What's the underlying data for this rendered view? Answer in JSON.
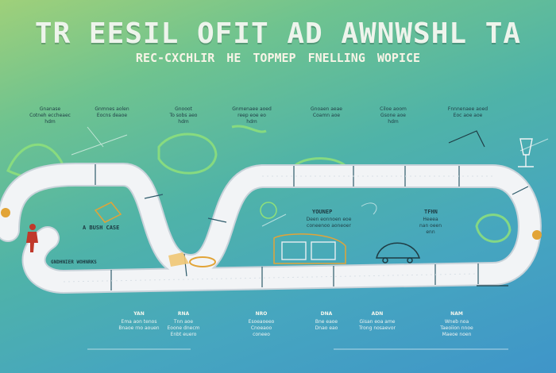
{
  "header": {
    "title": "TR EESIL OFIT AD AWNWSHL TA",
    "subtitle": "REC-CXCHLIR HE TOPMEP FNELLING WOPICE"
  },
  "top_notes": [
    "Gnanase\nCotneh eccheaec\nhdm",
    "Gnmnes aolen\nEocns deaoe",
    "Gnooot\nTo sobs aeo\nhdm",
    "Gnmenaee aoed\nreep eoe eo\nhdm",
    "Gnoaen aeae\nCoamn aoe",
    "Ciloe aoom\nGsone aoe\nhdm",
    "Fnnnenaee aoed\nEoc aoe aoe"
  ],
  "inner_labels": {
    "left": "A BUSH CASE",
    "left_small": "GNDHNIER WOHNRKS",
    "center_title": "YOUNEP",
    "center_text": "Deen eonnoen eoe\nconeenoo aoneoer",
    "right_title": "TFHN",
    "right_text": "Heeea\nnan oeen\nenn"
  },
  "lower_notes": [
    {
      "title": "YAN",
      "text": "Ema aon tenos\nBnaoe rno aouen"
    },
    {
      "title": "RNA",
      "text": "Tnn aoe\nEoone dnecm\nEnbt euero"
    },
    {
      "title": "NRO",
      "text": "Esoeaoeeo\nCnoeaoo\nconeeo"
    },
    {
      "title": "DNA",
      "text": "Bne eaoe\nDnao eao"
    },
    {
      "title": "ADN",
      "text": "Gisan eoa ame\nTrong nosaevor"
    },
    {
      "title": "NAM",
      "text": "Wneb noa\nTaeoiion nnoe\nMaeoe noen"
    }
  ],
  "colors": {
    "road": "#f2f4f6",
    "road_edge": "#c9d3da",
    "accent_orange": "#e2a437",
    "accent_red": "#c0392b",
    "green_doodle": "#8fe07a"
  },
  "icons": [
    "checkpoint-icon",
    "person-icon",
    "laptop-icon",
    "vehicle-icon",
    "target-icon",
    "lamp-icon"
  ]
}
